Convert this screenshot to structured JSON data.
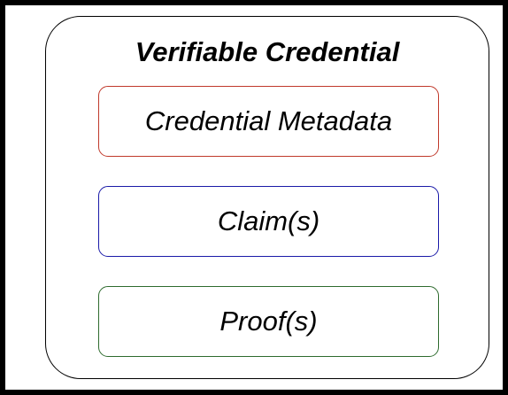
{
  "diagram": {
    "title": "Verifiable Credential",
    "boxes": [
      {
        "label": "Credential Metadata",
        "border_color": "#c0392b"
      },
      {
        "label": "Claim(s)",
        "border_color": "#1a1aa8"
      },
      {
        "label": "Proof(s)",
        "border_color": "#2e6b2e"
      }
    ],
    "colors": {
      "background": "#000000",
      "canvas": "#ffffff",
      "outer_border": "#000000"
    }
  }
}
